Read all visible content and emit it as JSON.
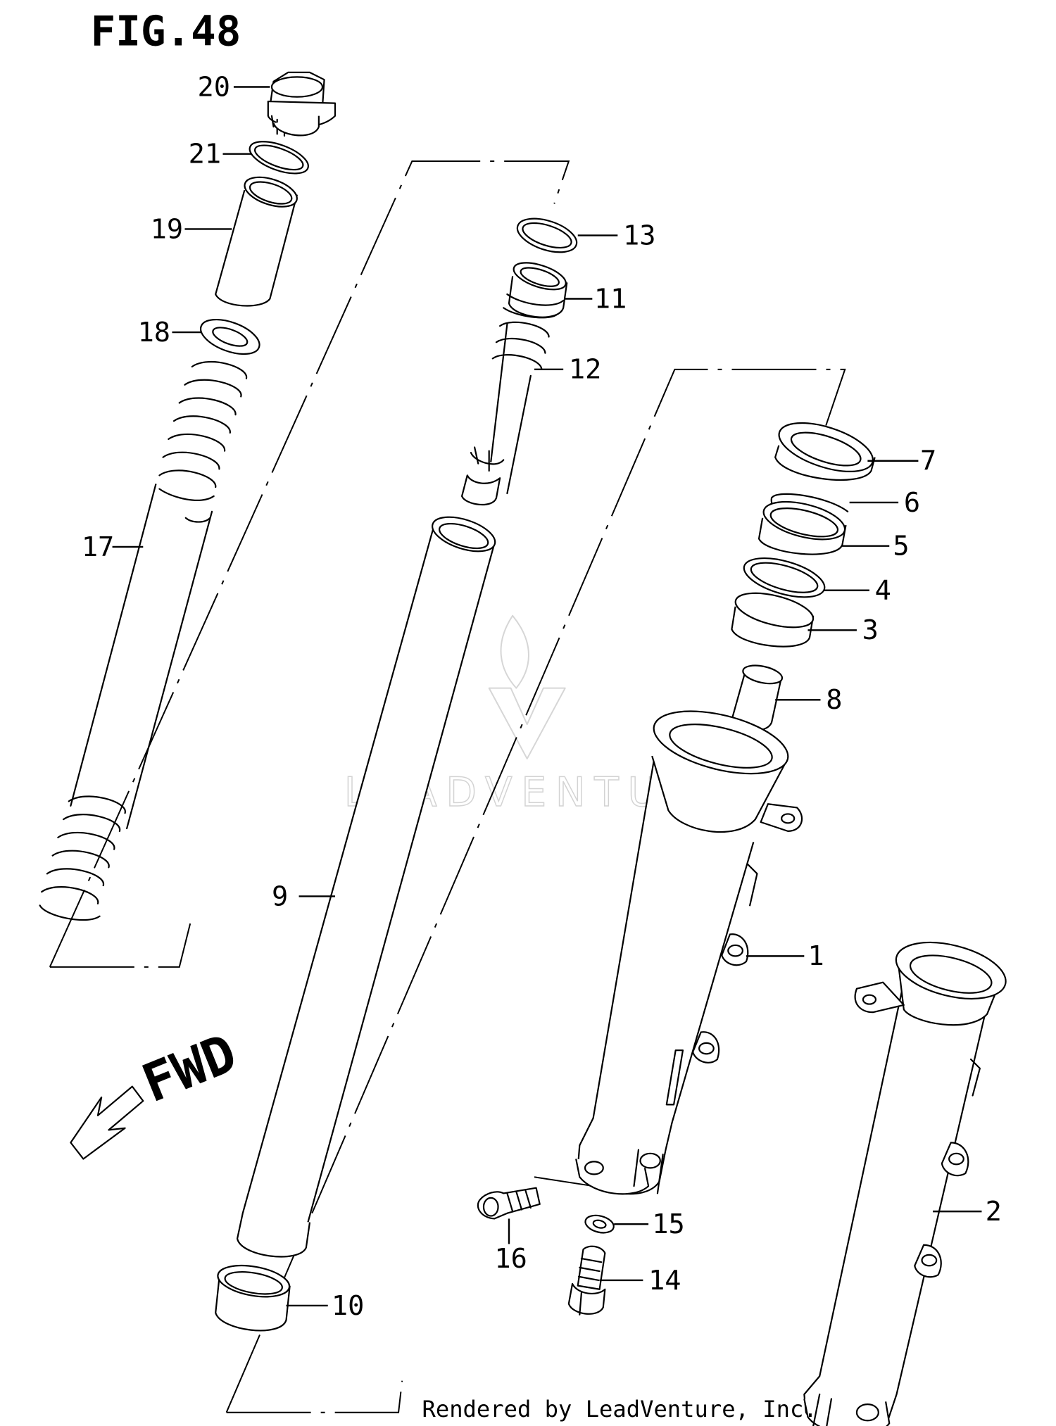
{
  "figure": {
    "title": "FIG.48"
  },
  "direction": {
    "label": "FWD"
  },
  "watermark": {
    "text": "LEADVENTURE"
  },
  "footer": {
    "text": "Rendered by LeadVenture, Inc."
  },
  "callouts": [
    {
      "id": "1",
      "label": "1"
    },
    {
      "id": "2",
      "label": "2"
    },
    {
      "id": "3",
      "label": "3"
    },
    {
      "id": "4",
      "label": "4"
    },
    {
      "id": "5",
      "label": "5"
    },
    {
      "id": "6",
      "label": "6"
    },
    {
      "id": "7",
      "label": "7"
    },
    {
      "id": "8",
      "label": "8"
    },
    {
      "id": "9",
      "label": "9"
    },
    {
      "id": "10",
      "label": "10"
    },
    {
      "id": "11",
      "label": "11"
    },
    {
      "id": "12",
      "label": "12"
    },
    {
      "id": "13",
      "label": "13"
    },
    {
      "id": "14",
      "label": "14"
    },
    {
      "id": "15",
      "label": "15"
    },
    {
      "id": "16",
      "label": "16"
    },
    {
      "id": "17",
      "label": "17"
    },
    {
      "id": "18",
      "label": "18"
    },
    {
      "id": "19",
      "label": "19"
    },
    {
      "id": "20",
      "label": "20"
    },
    {
      "id": "21",
      "label": "21"
    }
  ]
}
